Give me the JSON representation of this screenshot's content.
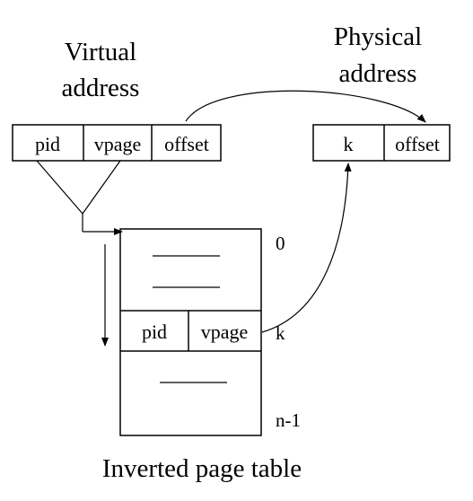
{
  "virtual_address": {
    "title_line1": "Virtual",
    "title_line2": "address",
    "fields": [
      "pid",
      "vpage",
      "offset"
    ]
  },
  "physical_address": {
    "title_line1": "Physical",
    "title_line2": "address",
    "fields": [
      "k",
      "offset"
    ]
  },
  "page_table": {
    "caption": "Inverted page table",
    "row_fields": [
      "pid",
      "vpage"
    ],
    "index_top": "0",
    "index_match": "k",
    "index_bottom": "n-1"
  }
}
